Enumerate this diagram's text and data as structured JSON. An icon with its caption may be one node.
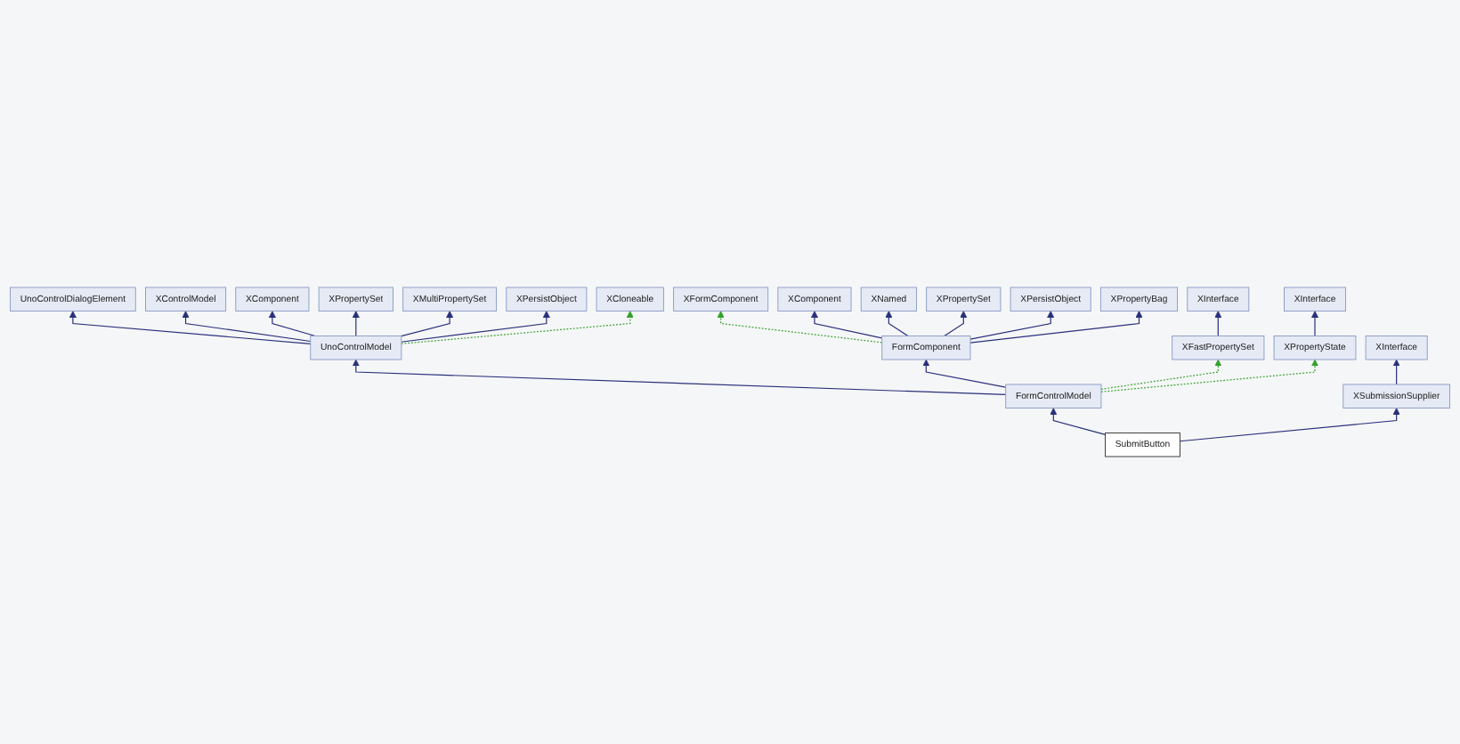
{
  "diagram": {
    "nodes": [
      {
        "text": [
          "UnoControlDialogElement"
        ]
      },
      {
        "text": [
          "XControlModel"
        ]
      },
      {
        "text": [
          "XFormComponent"
        ]
      },
      {
        "text": [
          "XComponent"
        ]
      },
      {
        "text": [
          "XComponent"
        ]
      },
      {
        "text": [
          "XPropertySet"
        ]
      },
      {
        "text": [
          "XNamed"
        ]
      },
      {
        "text": [
          "XMultiPropertySet"
        ]
      },
      {
        "text": [
          "XPropertySet"
        ]
      },
      {
        "text": [
          "XPersistObject"
        ]
      },
      {
        "text": [
          "XPersistObject"
        ]
      },
      {
        "text": [
          "XCloneable"
        ]
      },
      {
        "text": [
          "XPropertyBag"
        ]
      },
      {
        "text": [
          "XInterface"
        ]
      },
      {
        "text": [
          "XInterface"
        ]
      },
      {
        "text": [
          "UnoControlModel"
        ]
      },
      {
        "text": [
          "FormComponent"
        ]
      },
      {
        "text": [
          "XFastPropertySet"
        ]
      },
      {
        "text": [
          "XPropertyState"
        ]
      },
      {
        "text": [
          "XInterface"
        ]
      },
      {
        "text": [
          "FormControlModel"
        ]
      },
      {
        "text": [
          "XSubmissionSupplier"
        ]
      },
      {
        "text": [
          "SubmitButton"
        ]
      }
    ],
    "edges": [
      {
        "from": 15,
        "to": 0,
        "arrow": "to"
      },
      {
        "from": 15,
        "to": 1,
        "arrow": "to"
      },
      {
        "from": 15,
        "to": 3,
        "arrow": "to"
      },
      {
        "from": 15,
        "to": 5,
        "arrow": "to"
      },
      {
        "from": 15,
        "to": 7,
        "arrow": "to"
      },
      {
        "from": 15,
        "to": 9,
        "arrow": "to"
      },
      {
        "from": 15,
        "to": 11,
        "arrow": "to",
        "style": "dashed",
        "color": "#33a02c"
      },
      {
        "from": 16,
        "to": 2,
        "arrow": "to",
        "style": "dashed",
        "color": "#33a02c"
      },
      {
        "from": 16,
        "to": 4,
        "arrow": "to"
      },
      {
        "from": 16,
        "to": 6,
        "arrow": "to"
      },
      {
        "from": 16,
        "to": 8,
        "arrow": "to"
      },
      {
        "from": 16,
        "to": 10,
        "arrow": "to"
      },
      {
        "from": 16,
        "to": 12,
        "arrow": "to"
      },
      {
        "from": 17,
        "to": 13,
        "arrow": "to"
      },
      {
        "from": 18,
        "to": 14,
        "arrow": "to"
      },
      {
        "from": 21,
        "to": 19,
        "arrow": "to"
      },
      {
        "from": 20,
        "to": 15,
        "arrow": "to"
      },
      {
        "from": 20,
        "to": 16,
        "arrow": "to"
      },
      {
        "from": 20,
        "to": 17,
        "arrow": "to",
        "style": "dashed",
        "color": "#33a02c"
      },
      {
        "from": 20,
        "to": 18,
        "arrow": "to",
        "style": "dashed",
        "color": "#33a02c"
      },
      {
        "from": 22,
        "to": 20,
        "arrow": "to"
      },
      {
        "from": 22,
        "to": 21,
        "arrow": "to"
      }
    ]
  }
}
